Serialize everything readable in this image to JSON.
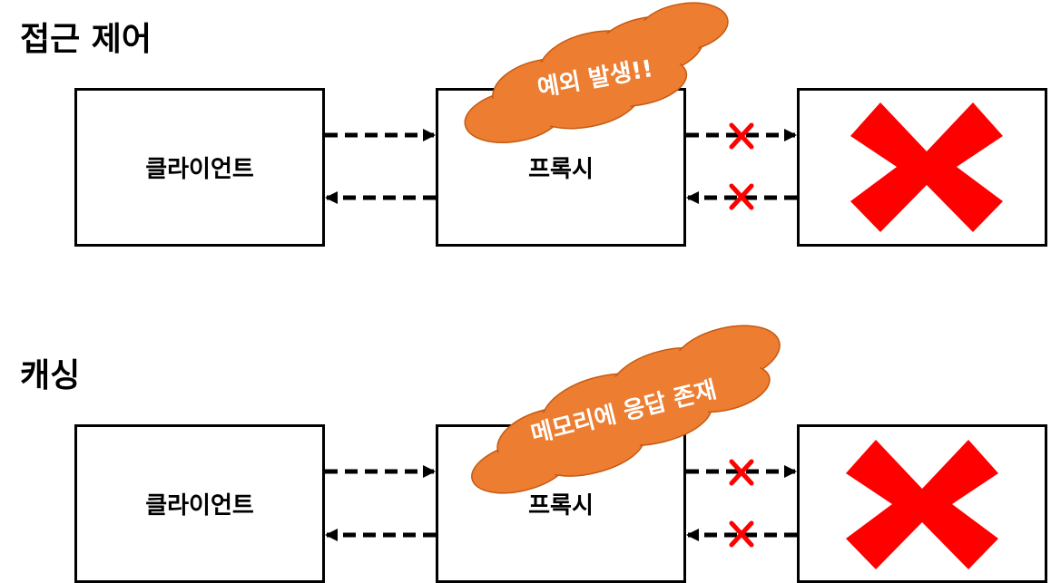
{
  "sections": [
    {
      "title": "접근 제어",
      "client_label": "클라이언트",
      "proxy_label": "프록시",
      "cloud_text": "예외 발생!!",
      "cloud_color": "#ED7D31",
      "block_color": "#FF0000",
      "arrows": [
        {
          "from": "client",
          "to": "proxy",
          "style": "dashed",
          "blocked": false
        },
        {
          "from": "proxy",
          "to": "client",
          "style": "dashed",
          "blocked": false
        },
        {
          "from": "proxy",
          "to": "server",
          "style": "dashed",
          "blocked": true
        },
        {
          "from": "server",
          "to": "proxy",
          "style": "dashed",
          "blocked": true
        }
      ]
    },
    {
      "title": "캐싱",
      "client_label": "클라이언트",
      "proxy_label": "프록시",
      "cloud_text": "메모리에 응답 존재",
      "cloud_color": "#ED7D31",
      "block_color": "#FF0000",
      "arrows": [
        {
          "from": "client",
          "to": "proxy",
          "style": "dashed",
          "blocked": false
        },
        {
          "from": "proxy",
          "to": "client",
          "style": "dashed",
          "blocked": false
        },
        {
          "from": "proxy",
          "to": "server",
          "style": "dashed",
          "blocked": true
        },
        {
          "from": "server",
          "to": "proxy",
          "style": "dashed",
          "blocked": true
        }
      ]
    }
  ]
}
